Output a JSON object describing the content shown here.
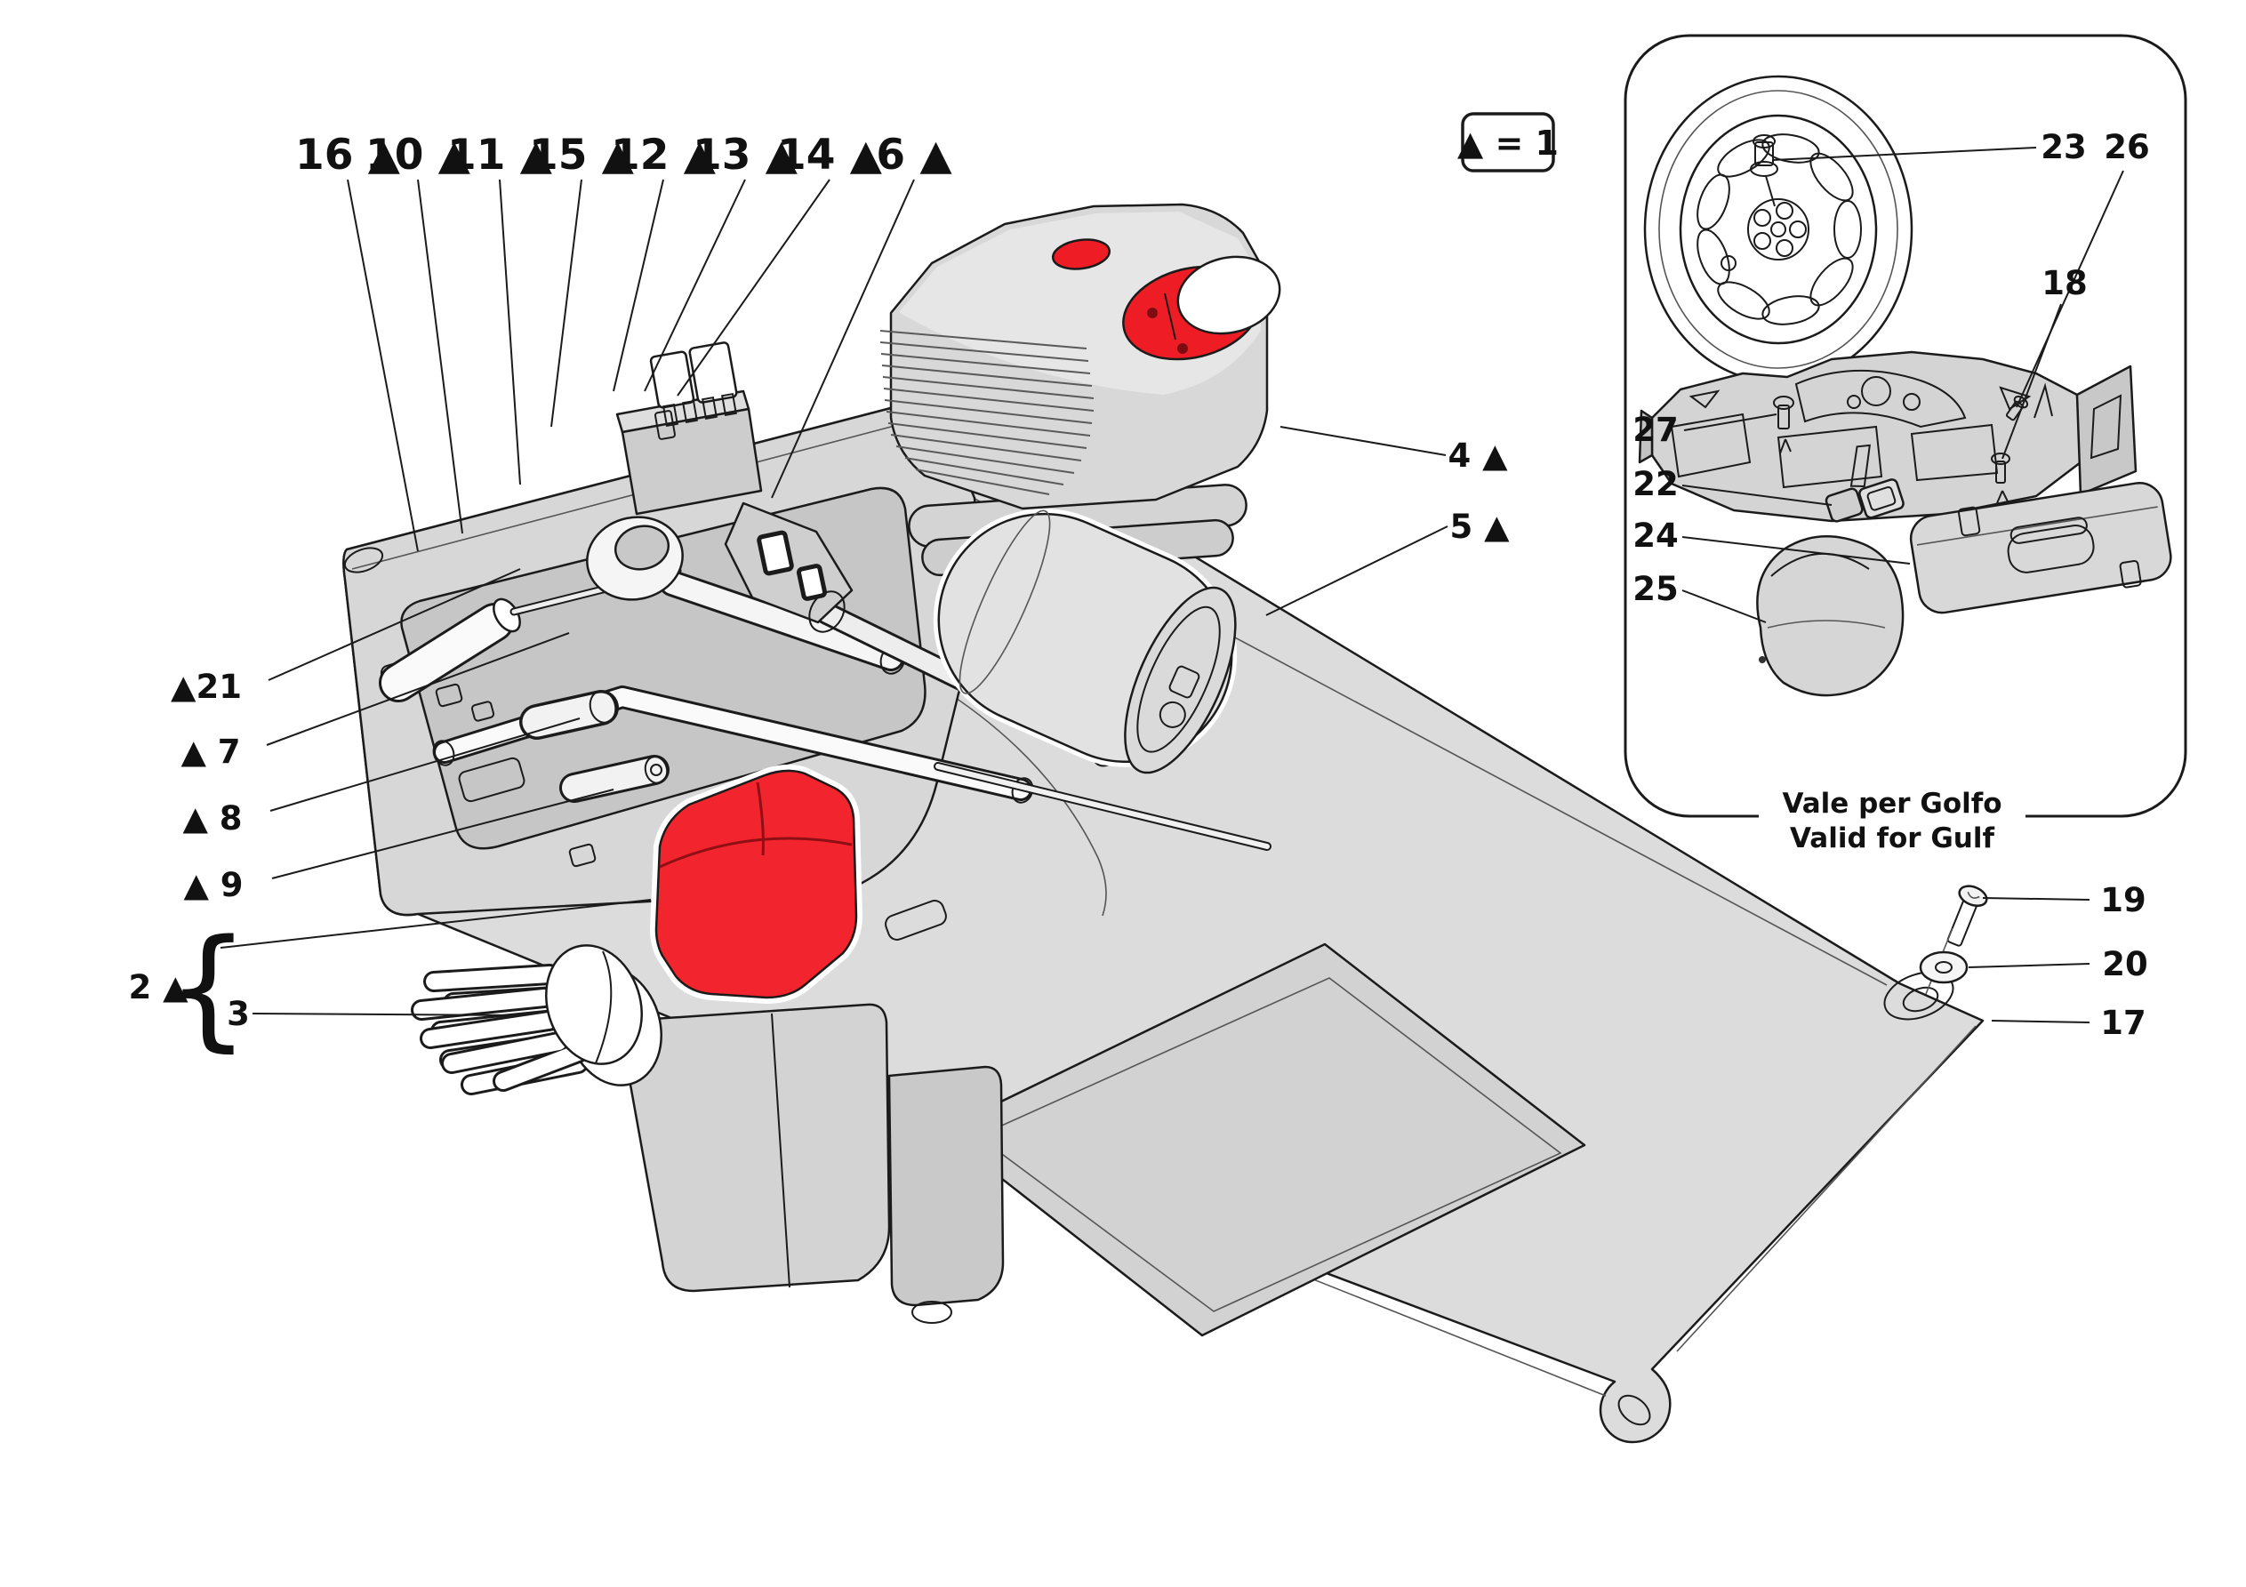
{
  "legend": {
    "label": "▲ = 1"
  },
  "callouts": {
    "top": [
      "16 ▲",
      "10 ▲",
      "11 ▲",
      "15 ▲",
      "12 ▲",
      "13 ▲",
      "14 ▲",
      "6 ▲"
    ],
    "left": [
      "▲21",
      "▲ 7",
      "▲ 8",
      "▲ 9"
    ],
    "right": [
      "4 ▲",
      "5 ▲"
    ],
    "group2": {
      "label": "2 ▲",
      "brace": "{",
      "sub": "3"
    },
    "fasteners": [
      "19",
      "20",
      "17"
    ]
  },
  "inset": {
    "labels": [
      "23",
      "26",
      "18",
      "27",
      "22",
      "24",
      "25"
    ],
    "caption_line1": "Vale per Golfo",
    "caption_line2": "Valid for Gulf"
  },
  "colors": {
    "highlight_red": "#f2242e",
    "line": "#1b1b1b",
    "panel_gray": "#dcdcdc"
  }
}
